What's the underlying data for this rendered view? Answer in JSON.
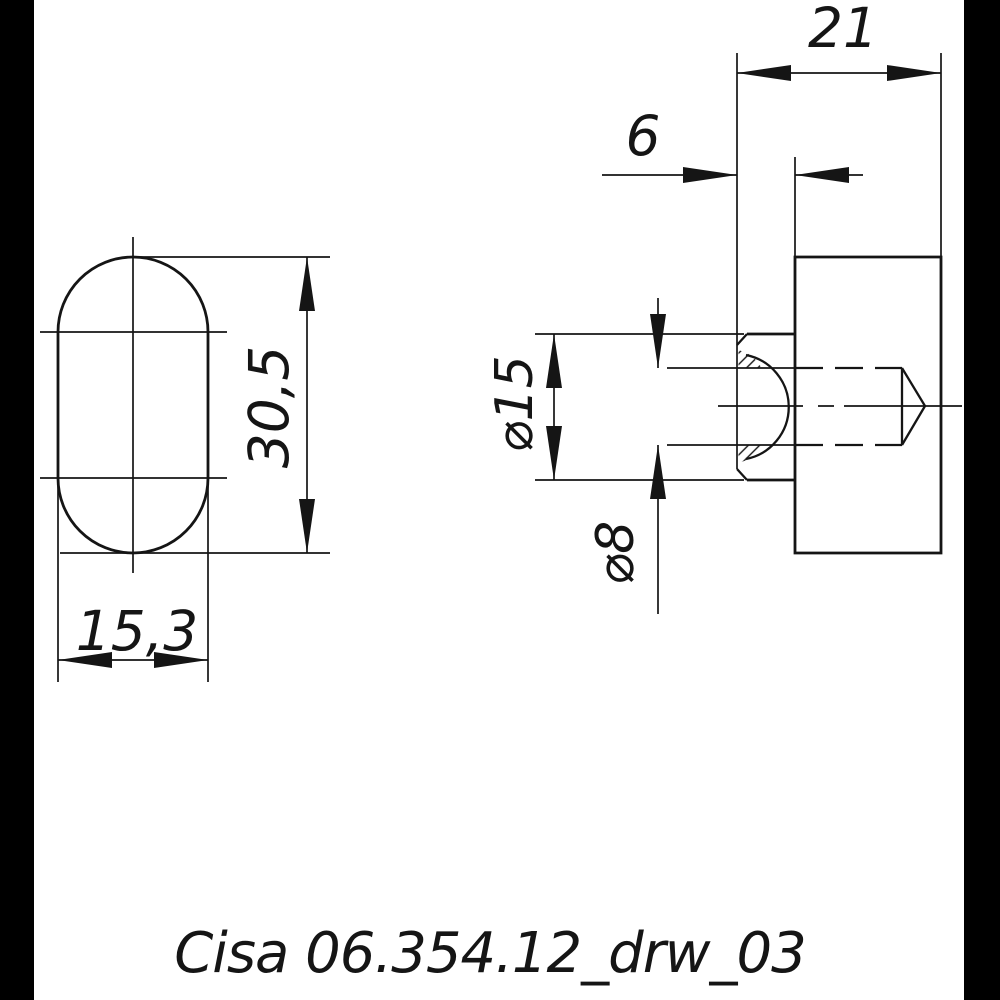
{
  "caption": "Cisa 06.354.12_drw_03",
  "dims": {
    "total_depth": "21",
    "boss_depth": "6",
    "boss_dia": "⌀15",
    "hole_dia": "⌀8",
    "oval_height": "30,5",
    "oval_width": "15,3"
  },
  "colors": {
    "ink": "#151515",
    "paper": "#ffffff",
    "bar": "#000000"
  }
}
